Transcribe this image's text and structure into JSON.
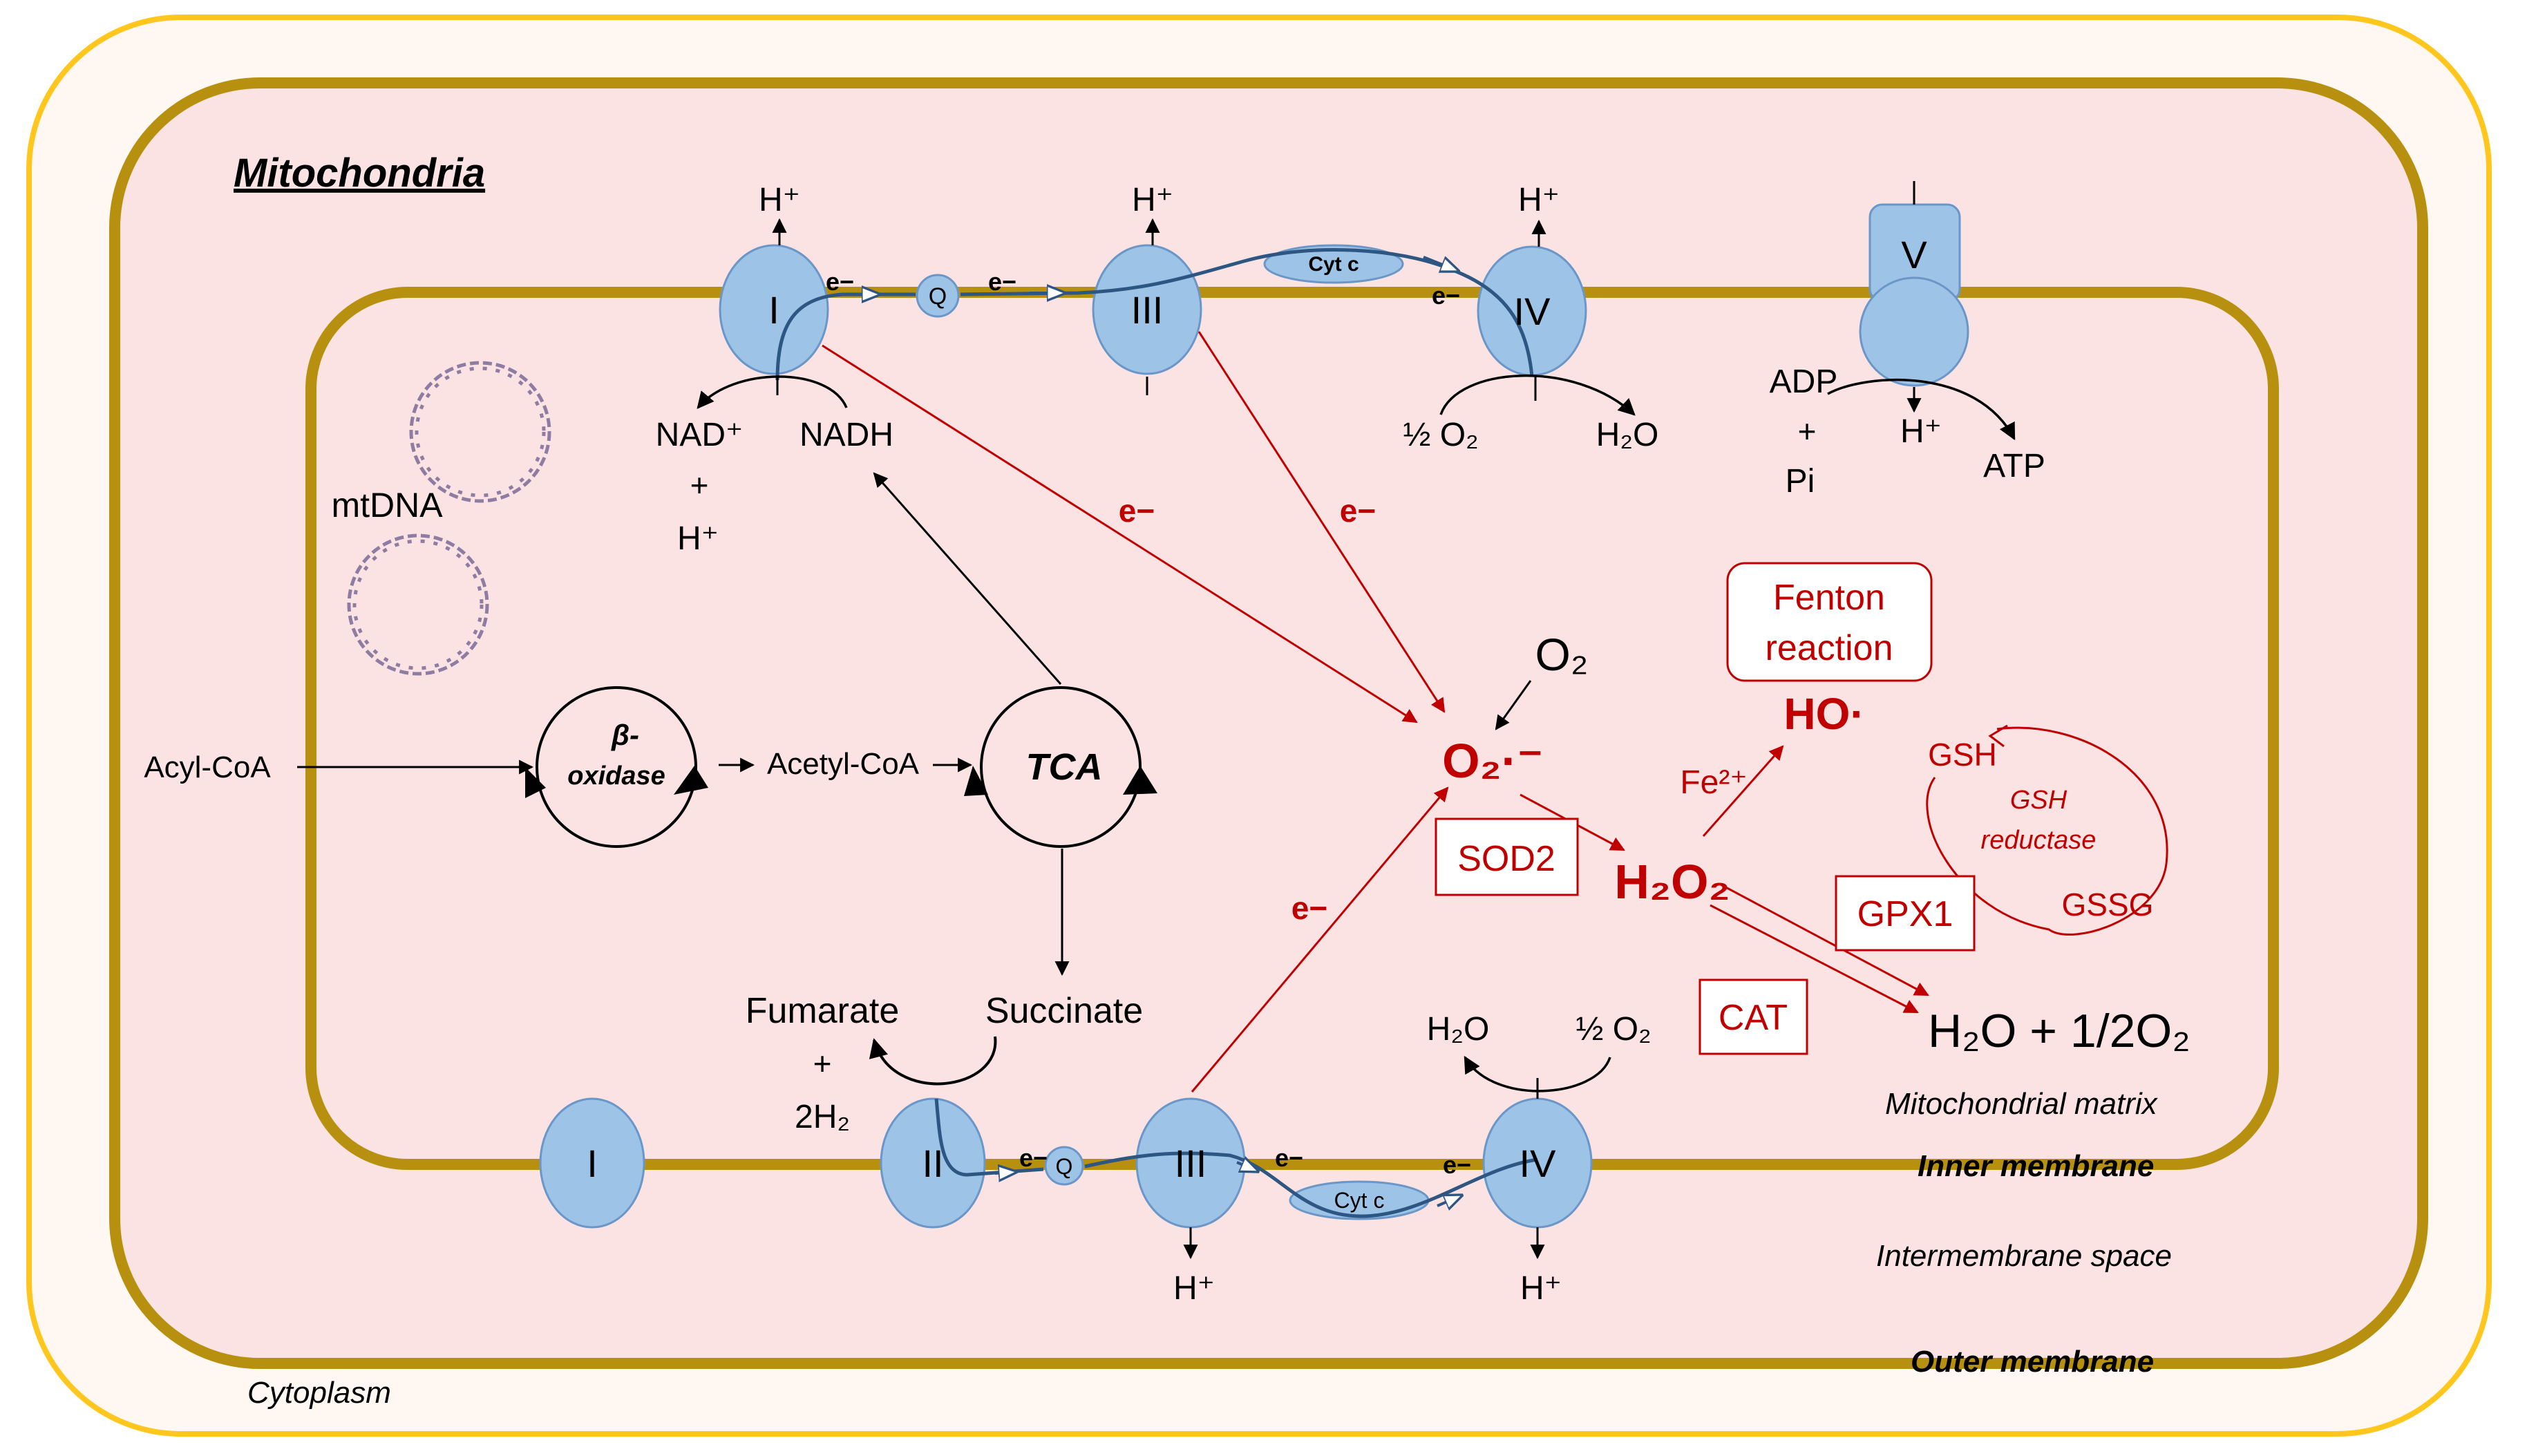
{
  "colors": {
    "cell_fill": "#fef7f2",
    "cell_border": "#ffc71e",
    "mito_fill": "#fbe3e3",
    "membrane": "#b8900f",
    "complex_fill": "#9dc3e6",
    "complex_stroke": "#6a96c8",
    "electron_path": "#2e5682",
    "ros": "#c00000",
    "dna": "#8e7ca3"
  },
  "regions": {
    "mitochondria": "Mitochondria",
    "cytoplasm": "Cytoplasm",
    "matrix": "Mitochondrial matrix",
    "inner_membrane": "Inner membrane",
    "intermembrane_space": "Intermembrane space",
    "outer_membrane": "Outer membrane"
  },
  "complexes": {
    "I": "I",
    "II": "II",
    "III": "III",
    "IV": "IV",
    "V": "V",
    "Q": "Q",
    "cytc": "Cyt c"
  },
  "electron": "e−",
  "h_plus": "H⁺",
  "plus": "+",
  "top_etc": {
    "nad": "NAD⁺",
    "nadh": "NADH",
    "half_o2": "½ O₂",
    "h2o": "H₂O",
    "adp": "ADP",
    "pi": "Pi",
    "atp": "ATP"
  },
  "bottom_etc": {
    "fumarate": "Fumarate",
    "succinate": "Succinate",
    "two_h2": "2H₂",
    "h2o": "H₂O",
    "half_o2": "½ O₂"
  },
  "metabolism": {
    "mtdna": "mtDNA",
    "acyl_coa": "Acyl-CoA",
    "beta": "β-",
    "oxidase": "oxidase",
    "acetyl_coa": "Acetyl-CoA",
    "tca": "TCA"
  },
  "ros": {
    "o2": "O₂",
    "superoxide": "O₂·⁻",
    "sod2": "SOD2",
    "h2o2": "H₂O₂",
    "fe": "Fe²⁺",
    "fenton_line1": "Fenton",
    "fenton_line2": "reaction",
    "hydroxyl": "HO·",
    "gsh": "GSH",
    "gsh_reductase_line1": "GSH",
    "gsh_reductase_line2": "reductase",
    "gssg": "GSSG",
    "gpx1": "GPX1",
    "cat": "CAT",
    "products": "H₂O + 1/2O₂"
  }
}
